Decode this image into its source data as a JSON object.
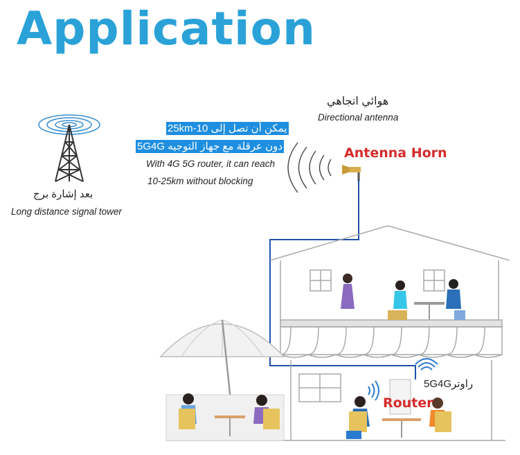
{
  "title": "Application",
  "tower": {
    "label_ar": "بعد إشارة برج",
    "label_en": "Long distance signal tower"
  },
  "reach": {
    "line1_ar": "يمكن أن تصل إلى 10-25km",
    "line2_ar": "دون عرقلة مع جهاز التوجيه 5G4G",
    "line1_en": "With 4G 5G router, it can reach",
    "line2_en": "10-25km without blocking"
  },
  "antenna": {
    "label_ar": "هوائي اتجاهي",
    "label_en": "Directional antenna",
    "horn_label": "Antenna Horn"
  },
  "router": {
    "label_ar": "5G4Gراوتر",
    "label": "Router"
  },
  "colors": {
    "title": "#2aa2d8",
    "highlight": "#1e8ee0",
    "accent_red": "#d62b2b",
    "cable": "#1f4fa8",
    "house_line": "#a9a9a9"
  }
}
